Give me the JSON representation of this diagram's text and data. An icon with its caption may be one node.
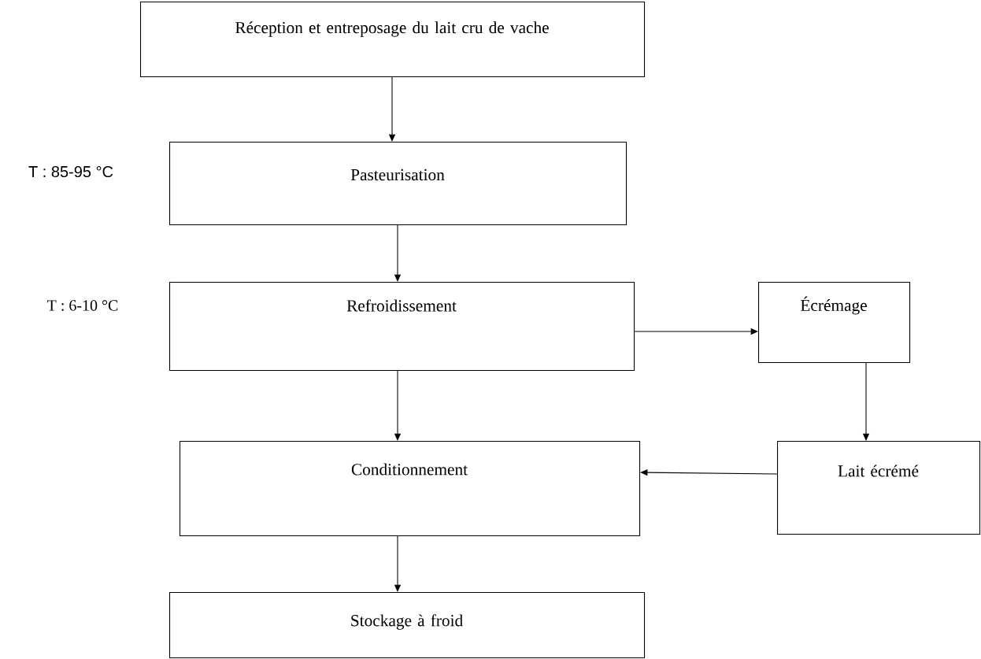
{
  "diagram": {
    "nodes": [
      {
        "text": [
          "Réception et entreposage du lait cru de vache"
        ]
      },
      {
        "text": [
          "Pasteurisation"
        ],
        "beside": [
          "T : 85-95 °C"
        ]
      },
      {
        "text": [
          "Refroidissement"
        ],
        "beside": [
          "T : 6-10 °C"
        ]
      },
      {
        "text": [
          "Écrémage"
        ]
      },
      {
        "text": [
          "Conditionnement"
        ]
      },
      {
        "text": [
          "Lait écrémé"
        ]
      },
      {
        "text": [
          "Stockage à froid"
        ]
      }
    ],
    "edges": [
      {
        "from": 0,
        "to": 1,
        "arrow": "to"
      },
      {
        "from": 1,
        "to": 2,
        "arrow": "to"
      },
      {
        "from": 2,
        "to": 3,
        "arrow": "to"
      },
      {
        "from": 3,
        "to": 5,
        "arrow": "to"
      },
      {
        "from": 2,
        "to": 4,
        "arrow": "to"
      },
      {
        "from": 5,
        "to": 4,
        "arrow": "to"
      },
      {
        "from": 4,
        "to": 6,
        "arrow": "to"
      }
    ]
  }
}
